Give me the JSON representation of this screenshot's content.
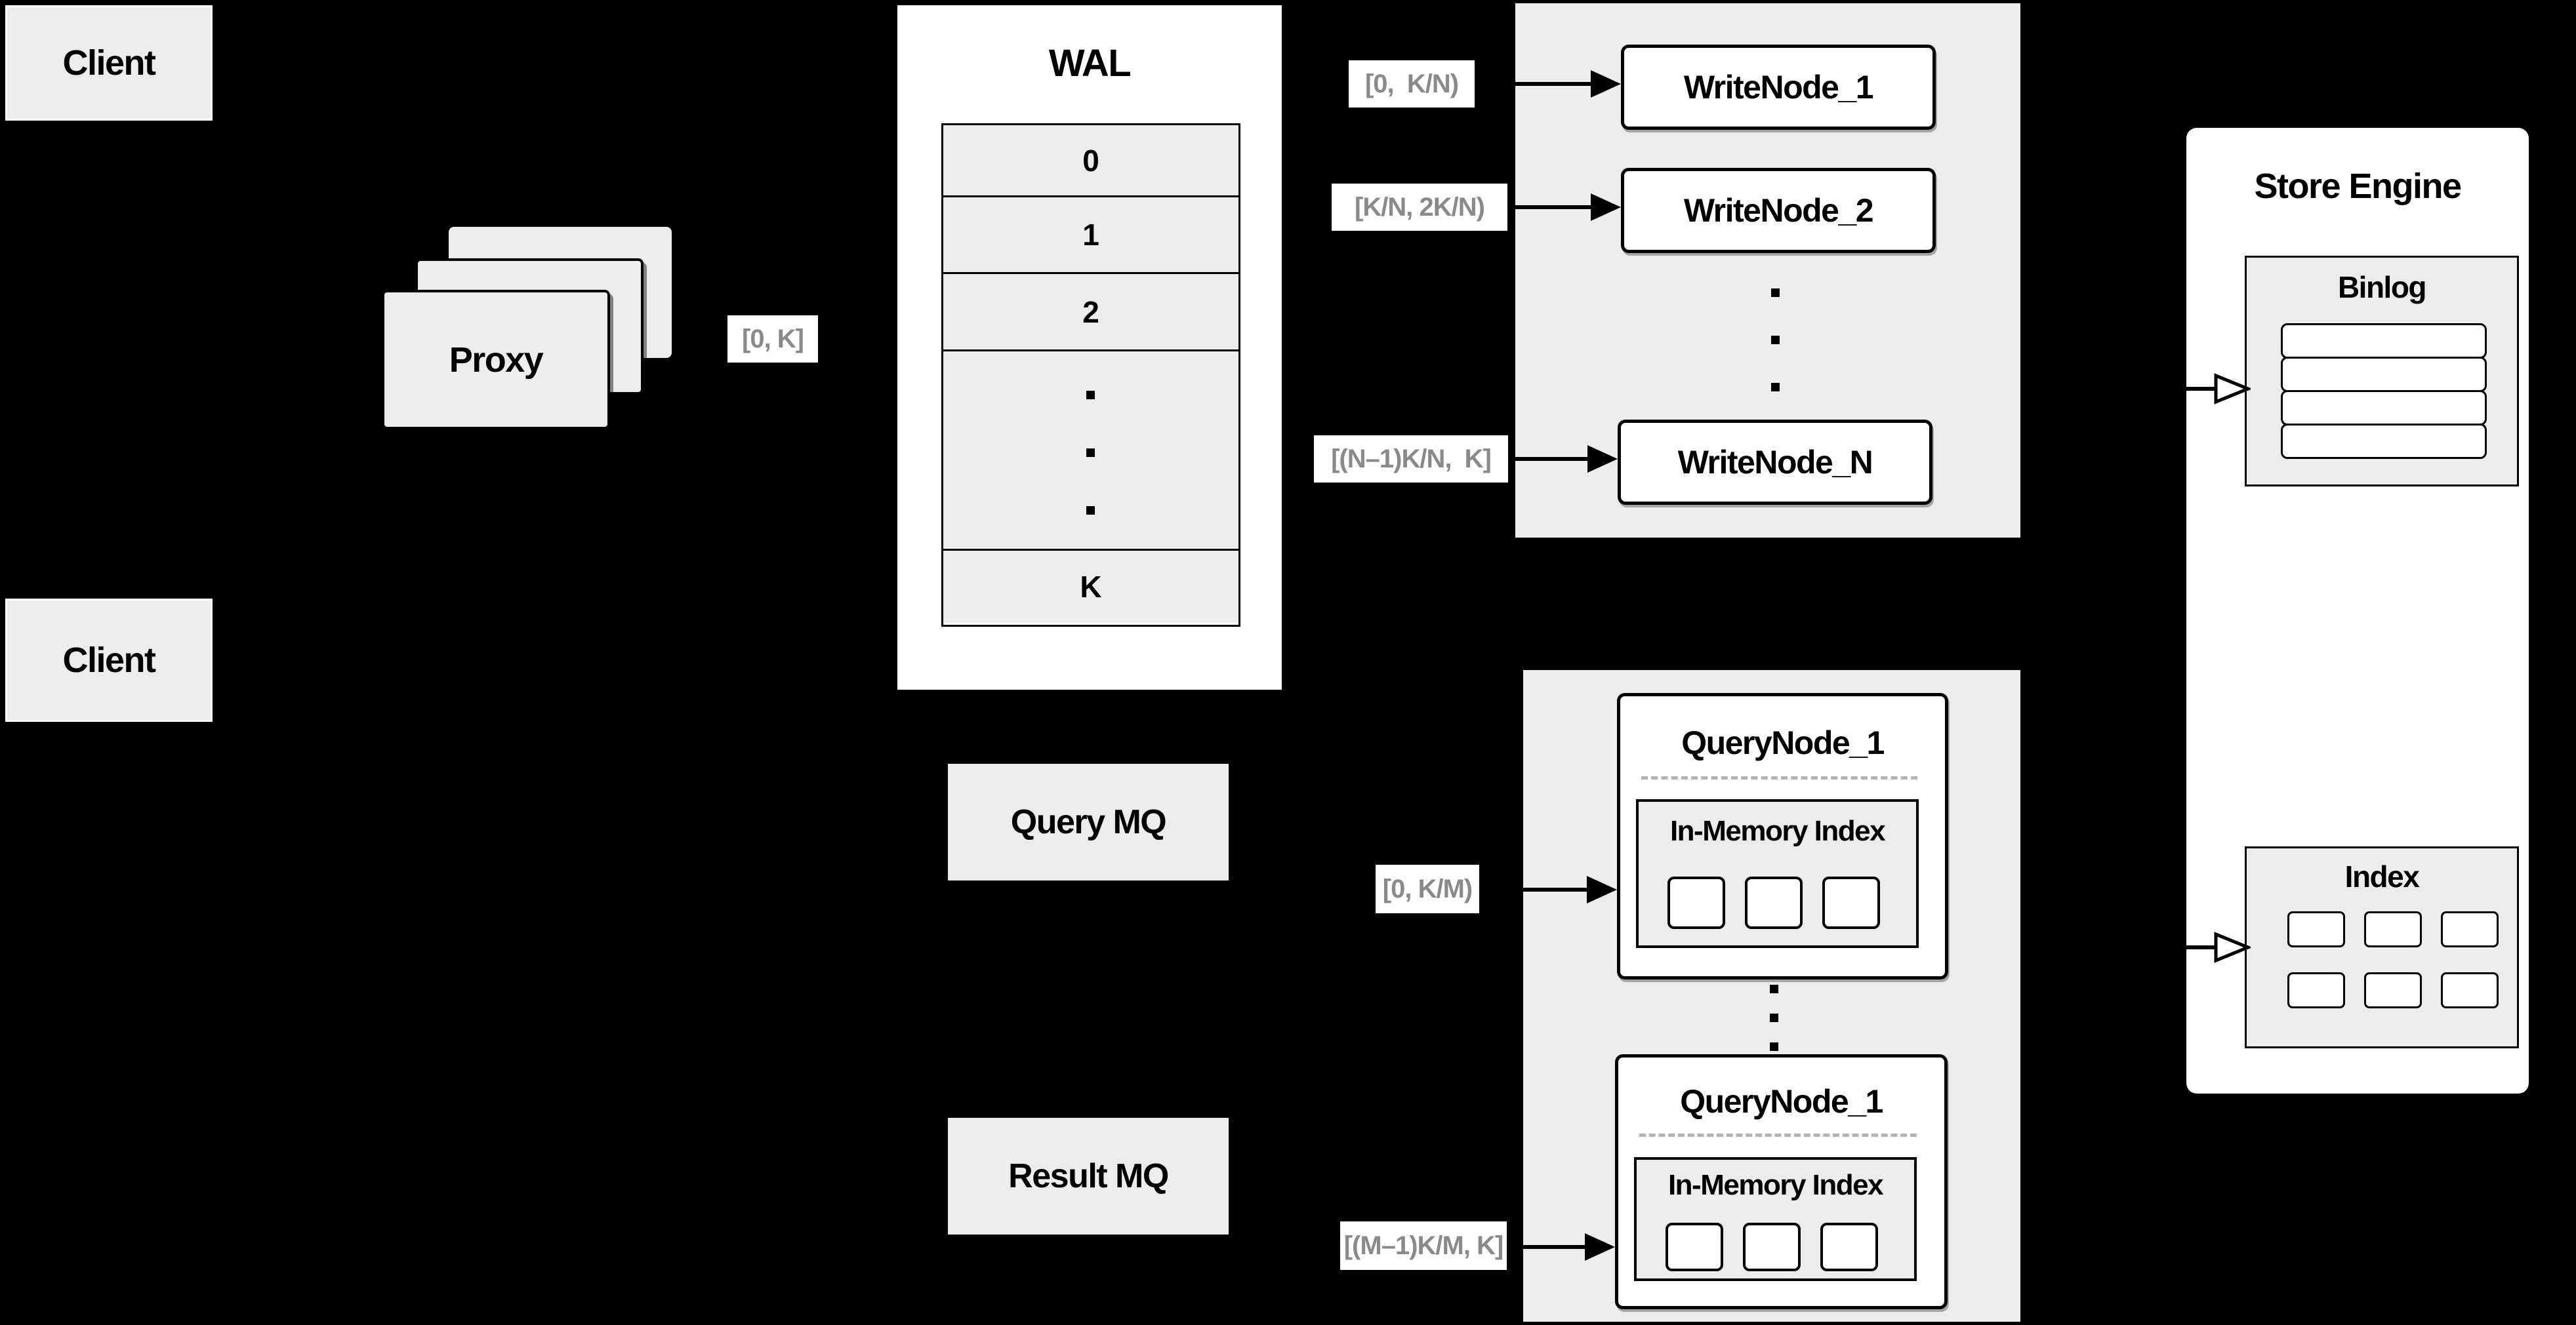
{
  "colors": {
    "background": "#000000",
    "panel_gray": "#ececec",
    "box_white": "#ffffff",
    "line_black": "#000000",
    "range_label_text": "#8a8a8a",
    "dashed_line": "#b3b3b3"
  },
  "clients": [
    {
      "label": "Client"
    },
    {
      "label": "Client"
    }
  ],
  "proxy": {
    "label": "Proxy",
    "range_label": "[0, K]"
  },
  "wal": {
    "title": "WAL",
    "segments": [
      "0",
      "1",
      "2",
      "K"
    ]
  },
  "write_section": {
    "ranges": [
      "[0,  K/N)",
      "[K/N, 2K/N)",
      "[(N–1)K/N,  K]"
    ],
    "nodes": [
      "WriteNode_1",
      "WriteNode_2",
      "WriteNode_N"
    ]
  },
  "store_engine": {
    "title": "Store Engine",
    "binlog_title": "Binlog",
    "index_title": "Index"
  },
  "mq": {
    "query": "Query MQ",
    "result": "Result MQ"
  },
  "query_section": {
    "ranges": [
      "[0, K/M)",
      "[(M–1)K/M, K]"
    ],
    "nodes": [
      {
        "title": "QueryNode_1",
        "index_title": "In-Memory Index"
      },
      {
        "title": "QueryNode_1",
        "index_title": "In-Memory Index"
      }
    ]
  }
}
